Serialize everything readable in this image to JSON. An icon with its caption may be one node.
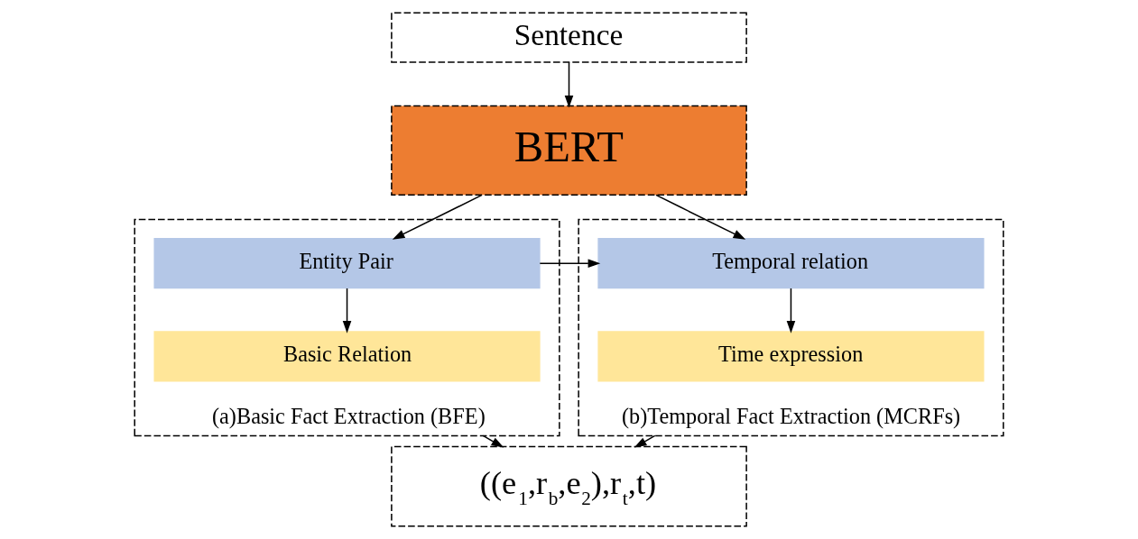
{
  "diagram": {
    "nodes": [
      {
        "text": [
          "Sentence"
        ]
      },
      {
        "text": [
          "BERT"
        ]
      },
      {
        "text": [
          "(a)Basic Fact Extraction (BFE)"
        ]
      },
      {
        "text": [
          "Entity Pair"
        ],
        "in": 2
      },
      {
        "text": [
          "Basic Relation"
        ],
        "in": 2
      },
      {
        "text": [
          "(b)Temporal Fact Extraction (MCRFs)"
        ]
      },
      {
        "text": [
          "Temporal relation"
        ],
        "in": 5
      },
      {
        "text": [
          "Time expression"
        ],
        "in": 5
      },
      {
        "text": [
          "((e$_{1}$,r$_{b}$,e$_{2}$),r$_{t}$,t)"
        ]
      }
    ],
    "edges": [
      {
        "from": 0,
        "to": 1,
        "arrow": "to"
      },
      {
        "from": 1,
        "to": 3,
        "arrow": "to"
      },
      {
        "from": 1,
        "to": 6,
        "arrow": "to"
      },
      {
        "from": 3,
        "to": 4,
        "arrow": "to"
      },
      {
        "from": 3,
        "to": 6,
        "arrow": "to"
      },
      {
        "from": 6,
        "to": 7,
        "arrow": "to"
      },
      {
        "from": 2,
        "to": 8,
        "arrow": "to"
      },
      {
        "from": 5,
        "to": 8,
        "arrow": "to"
      }
    ]
  }
}
